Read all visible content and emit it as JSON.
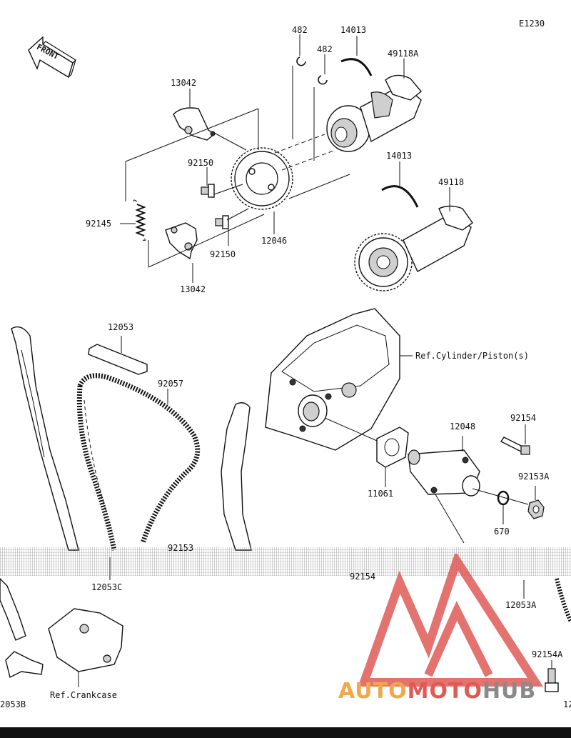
{
  "diagram": {
    "code": "E1230",
    "front_label": "FRONT",
    "labels": {
      "l482a": "482",
      "l482b": "482",
      "l14013a": "14013",
      "l49118A": "49118A",
      "l13042a": "13042",
      "l92150a": "92150",
      "l92145": "92145",
      "l92150b": "92150",
      "l12046": "12046",
      "l13042b": "13042",
      "l14013b": "14013",
      "l49118": "49118",
      "l12053": "12053",
      "l92057": "92057",
      "lRefCyl": "Ref.Cylinder/Piston(s)",
      "l92154": "92154",
      "l12048": "12048",
      "l92153A": "92153A",
      "l11061": "11061",
      "l670": "670",
      "l92153": "92153",
      "l12053C": "12053C",
      "l92154b": "92154",
      "l12053A": "12053A",
      "l92154A": "92154A",
      "lRefCrank": "Ref.Crankcase",
      "l2053B": "2053B",
      "l12edge": "12"
    }
  },
  "watermark": {
    "part1": "AUTO",
    "part2": "MOTO",
    "part3": "HUB",
    "color_red": "#e05a55",
    "color_orange": "#f0a84a",
    "color_gray": "#8a8a8a"
  }
}
